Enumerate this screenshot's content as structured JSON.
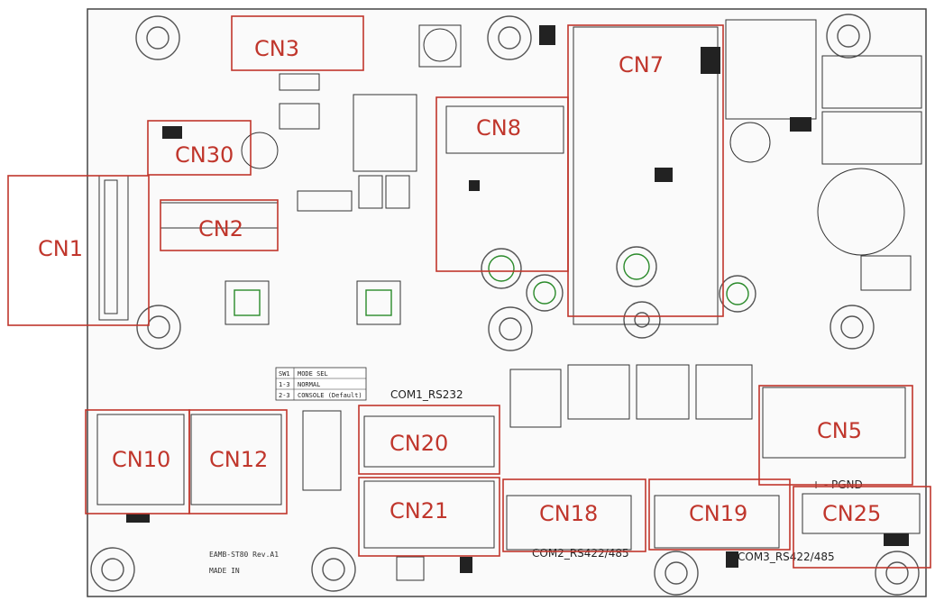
{
  "connectors": [
    {
      "id": "cn3",
      "label": "CN3"
    },
    {
      "id": "cn7",
      "label": "CN7"
    },
    {
      "id": "cn8",
      "label": "CN8"
    },
    {
      "id": "cn30",
      "label": "CN30"
    },
    {
      "id": "cn2",
      "label": "CN2"
    },
    {
      "id": "cn1",
      "label": "CN1"
    },
    {
      "id": "cn5",
      "label": "CN5"
    },
    {
      "id": "cn10",
      "label": "CN10"
    },
    {
      "id": "cn12",
      "label": "CN12"
    },
    {
      "id": "cn20",
      "label": "CN20"
    },
    {
      "id": "cn21",
      "label": "CN21"
    },
    {
      "id": "cn18",
      "label": "CN18"
    },
    {
      "id": "cn19",
      "label": "CN19"
    },
    {
      "id": "cn25",
      "label": "CN25"
    }
  ],
  "silkscreen": {
    "com1": "COM1_RS232",
    "com2": "COM2_RS422/485",
    "com3": "COM3_RS422/485",
    "pgnd": "+ - PGND",
    "board_id": "EAMB-ST80 Rev.A1",
    "made_in": "MADE IN"
  },
  "mode_table": {
    "header": [
      "SW1",
      "MODE SEL"
    ],
    "rows": [
      [
        "1-3",
        "NORMAL"
      ],
      [
        "2-3",
        "CONSOLE (Default)"
      ]
    ]
  }
}
